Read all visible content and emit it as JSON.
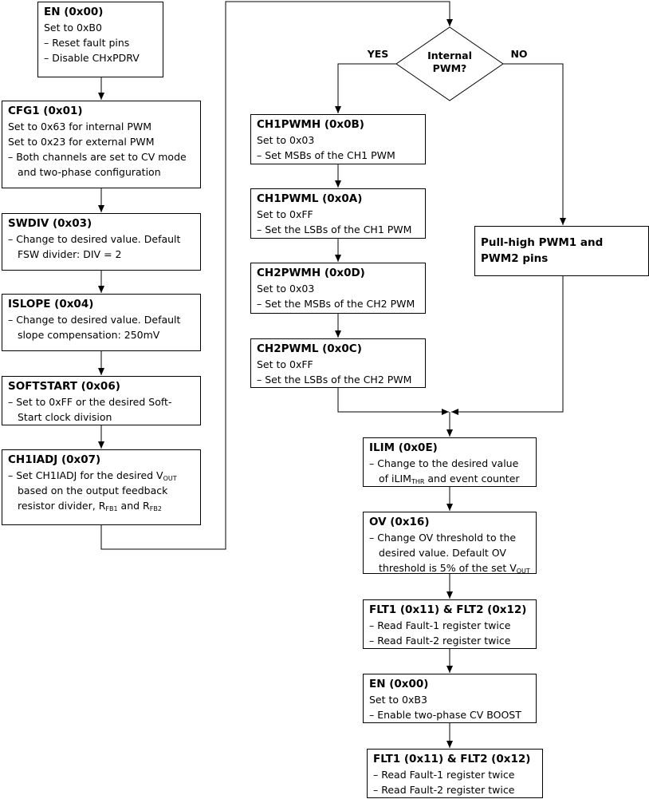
{
  "boxes": {
    "en1": {
      "title": "EN (0x00)",
      "line1": "Set to 0xB0",
      "line2": "Reset fault pins",
      "line3": "Disable CHxPDRV"
    },
    "cfg1": {
      "title": "CFG1 (0x01)",
      "line1": "Set to 0x63 for internal PWM",
      "line2": "Set to 0x23 for external PWM",
      "line3": "Both channels are set to CV mode and two-phase configuration"
    },
    "swdiv": {
      "title": "SWDIV (0x03)",
      "line1": "Change to desired value. Default FSW divider: DIV = 2"
    },
    "islope": {
      "title": "ISLOPE (0x04)",
      "line1": "Change to desired value. Default slope compensation: 250mV"
    },
    "softstart": {
      "title": "SOFTSTART (0x06)",
      "line1": "Set to 0xFF or the desired Soft-Start clock division"
    },
    "ch1iadj": {
      "title": "CH1IADJ (0x07)",
      "l1a": "Set CH1IADJ for the desired V",
      "l1sub": "OUT",
      "l1b": " based on the output feedback resistor divider, R",
      "l1sub2": "FB1",
      "l1c": " and R",
      "l1sub3": "FB2"
    },
    "ch1pwmh": {
      "title": "CH1PWMH (0x0B)",
      "line1": "Set to 0x03",
      "line2": "Set MSBs of the CH1 PWM"
    },
    "ch1pwml": {
      "title": "CH1PWML (0x0A)",
      "line1": "Set to 0xFF",
      "line2": "Set the LSBs of the CH1 PWM"
    },
    "ch2pwmh": {
      "title": "CH2PWMH (0x0D)",
      "line1": "Set to 0x03",
      "line2": "Set the MSBs of the CH2 PWM"
    },
    "ch2pwml": {
      "title": "CH2PWML (0x0C)",
      "line1": "Set to 0xFF",
      "line2": "Set the LSBs of the CH2 PWM"
    },
    "pullhigh": {
      "title": "Pull-high PWM1 and PWM2 pins"
    },
    "ilim": {
      "title": "ILIM (0x0E)",
      "l1a": "Change to the desired value of iLIM",
      "l1sub": "THR",
      "l1b": " and event counter"
    },
    "ov": {
      "title": "OV (0x16)",
      "l1a": "Change OV threshold to the desired value. Default OV threshold is 5% of the set V",
      "l1sub": "OUT"
    },
    "flt1": {
      "title": "FLT1 (0x11) & FLT2 (0x12)",
      "line1": "Read Fault-1 register twice",
      "line2": "Read Fault-2 register twice"
    },
    "en2": {
      "title": "EN (0x00)",
      "line1": "Set to 0xB3",
      "line2": "Enable two-phase CV BOOST"
    },
    "flt2": {
      "title": "FLT1 (0x11) & FLT2 (0x12)",
      "line1": "Read Fault-1 register twice",
      "line2": "Read Fault-2 register twice"
    }
  },
  "decision": {
    "line1": "Internal",
    "line2": "PWM?",
    "yes": "YES",
    "no": "NO"
  }
}
